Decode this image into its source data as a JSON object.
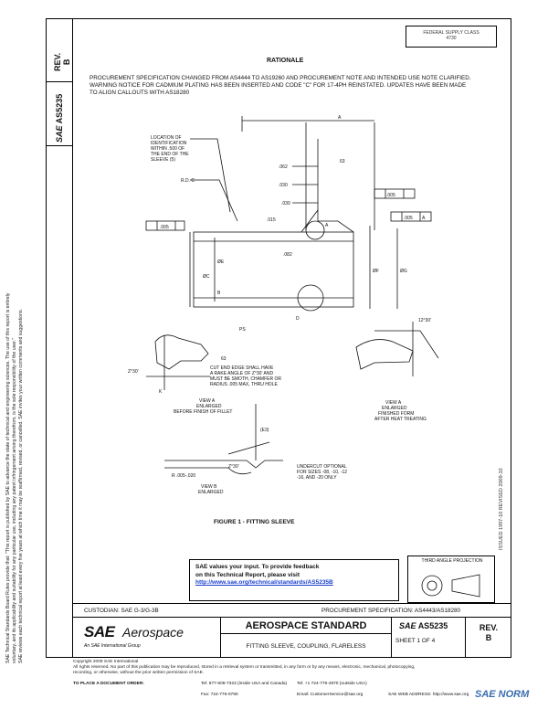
{
  "side_strip": {
    "rev_label": "REV.",
    "rev_value": "B",
    "doc_number": "AS5235",
    "sae_logo_text": "SAE"
  },
  "side_notes": [
    "SAE Technical Standards Board Rules provide that: \"This report is published by SAE to advance the state of technical and engineering sciences. The use of this report is entirely",
    "voluntary, and its applicability and suitability for any particular use, including any patent infringement arising therefrom, is the sole responsibility of the user.\"",
    "SAE reviews each technical report at least every five years at which time it may be reaffirmed, revised, or cancelled. SAE invites your written comments and suggestions."
  ],
  "header_box": {
    "line1": "FEDERAL SUPPLY CLASS",
    "line2": "4730"
  },
  "rationale": {
    "heading": "RATIONALE",
    "text": "PROCUREMENT SPECIFICATION CHANGED FROM AS4444 TO AS19260 AND PROCUREMENT NOTE AND INTENDED USE NOTE CLARIFIED.  WARNING NOTICE FOR CADMIUM PLATING HAS BEEN INSERTED AND CODE \"C\" FOR 17-4PH REINSTATED.  UPDATES HAVE BEEN MADE TO ALIGN CALLOUTS WITH AS18280"
  },
  "drawing_labels": {
    "location_note": [
      "LOCATION OF",
      "IDENTIFICATION",
      "WITHIN .500 OF",
      "THE END OF THE",
      "SLEEVE (5)"
    ],
    "rd": "R.D. C",
    "dim_a": "A",
    "dim_062": ".062",
    "dim_030": ".030",
    "dim_030b": ".030",
    "dim_015": ".015",
    "dim_082": ".082",
    "tol_005a": ".005",
    "tol_005b": ".005",
    "tol_005c": ".005",
    "tol_a": "A",
    "dia_c": "ØC",
    "dia_e": "ØE",
    "dia_f": "ØF",
    "dia_g": "ØG",
    "finish": "63",
    "label_b": "B",
    "label_d": "D",
    "label_a2": "A",
    "ps": "PS",
    "ref_63": "63",
    "angle_30": "Z°30'",
    "k": "K",
    "cutoff_note": [
      "CUT END EDGE SHALL HAVE",
      "A RAKE ANGLE OF Z°30' AND",
      "MUST BE SMOTH, CHAMFER OR",
      "RADIUS .005 MAX, THRU HOLE"
    ],
    "view_a_note": [
      "VIEW A",
      "ENLARGED",
      "BEFORE FINISH OF FILLET"
    ],
    "view_a2_note": [
      "VIEW A",
      "ENLARGED",
      "FINISHED FORM",
      "AFTER HEAT TREATING"
    ],
    "angle_12": "12°30'",
    "ref_e3": "(E3)",
    "r_range": "R .005-.020",
    "angle_30b": "Z°30'",
    "view_b_note": [
      "VIEW B",
      "ENLARGED"
    ],
    "undercut_note": [
      "UNDERCUT OPTIONAL",
      "FOR SIZES -08, -10, -12",
      "-16, AND -20 ONLY"
    ]
  },
  "figure_caption": "FIGURE 1 - FITTING SLEEVE",
  "rotated_issue_note": "ISSUED 1997-10     REVISED 2009-10",
  "feedback": {
    "line1": "SAE values your input. To provide feedback",
    "line2": "on this Technical Report, please visit",
    "link": "http://www.sae.org/technical/standards/AS5235B"
  },
  "projection_label": "THIRD ANGLE PROJECTION",
  "custodian": "CUSTODIAN: SAE G-3/G-3B",
  "procurement": "PROCUREMENT SPECIFICATION: AS4443/AS18280",
  "title_block": {
    "sae": "SAE",
    "aerospace": "Aerospace",
    "intl": "An SAE International Group",
    "standard": "AEROSPACE STANDARD",
    "title": "FITTING SLEEVE, COUPLING, FLARELESS",
    "doc_sae": "SAE",
    "doc_number": "AS5235",
    "sheet": "SHEET 1 OF 4",
    "rev_label": "REV.",
    "rev_value": "B"
  },
  "copyright": {
    "line1": "Copyright 2009 SAE International",
    "line2": "All rights reserved. No part of this publication may be reproduced, stored in a retrieval system or transmitted, in any form or by any means, electronic, mechanical, photocopying,",
    "line3": "recording, or otherwise, without the prior written permission of SAE."
  },
  "order": {
    "label": "TO PLACE A DOCUMENT ORDER:",
    "tel1": "Tel:    877-606-7323 (inside USA and Canada)",
    "tel2": "Tel:    +1 724-776-4970 (outside USA)",
    "fax": "Fax:    724-776-0790",
    "email": "Email:  CustomerService@sae.org",
    "web": "SAE WEB ADDRESS:    http://www.sae.org"
  },
  "watermark": "SAE NORM"
}
